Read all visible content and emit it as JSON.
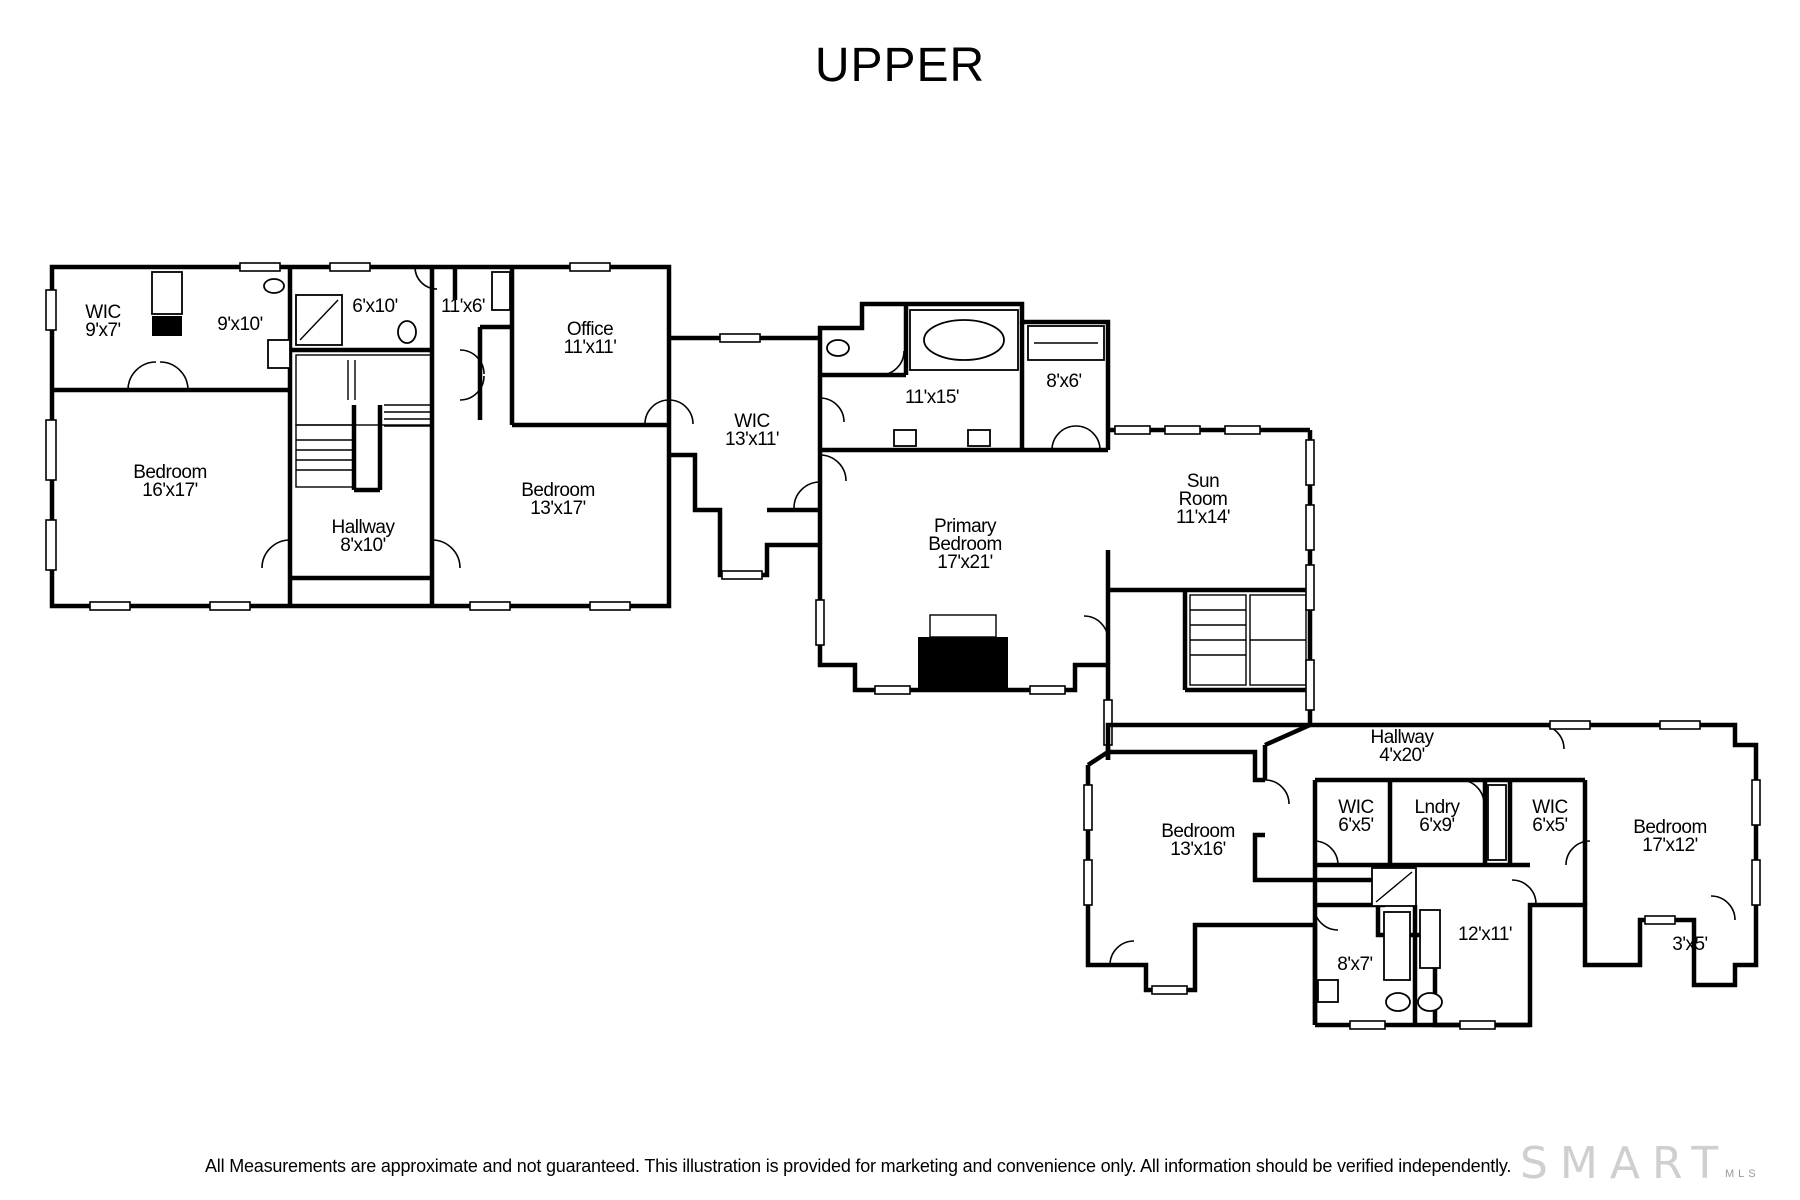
{
  "floor_title": "UPPER",
  "rooms": [
    {
      "id": "wic-a",
      "lines": [
        "WIC",
        "9'x7'"
      ]
    },
    {
      "id": "bath-a",
      "lines": [
        "9'x10'"
      ]
    },
    {
      "id": "bath-b",
      "lines": [
        "6'x10'"
      ]
    },
    {
      "id": "bath-c",
      "lines": [
        "11'x6'"
      ]
    },
    {
      "id": "office",
      "lines": [
        "Office",
        "11'x11'"
      ]
    },
    {
      "id": "bedroom-a",
      "lines": [
        "Bedroom",
        "16'x17'"
      ]
    },
    {
      "id": "hallway-a",
      "lines": [
        "Hallway",
        "8'x10'"
      ]
    },
    {
      "id": "bedroom-b",
      "lines": [
        "Bedroom",
        "13'x17'"
      ]
    },
    {
      "id": "wic-b",
      "lines": [
        "WIC",
        "13'x11'"
      ]
    },
    {
      "id": "primary-bath",
      "lines": [
        "11'x15'"
      ]
    },
    {
      "id": "closet-a",
      "lines": [
        "8'x6'"
      ]
    },
    {
      "id": "primary-bedroom",
      "lines": [
        "Primary",
        "Bedroom",
        "17'x21'"
      ]
    },
    {
      "id": "sun-room",
      "lines": [
        "Sun",
        "Room",
        "11'x14'"
      ]
    },
    {
      "id": "hallway-b",
      "lines": [
        "Hallway",
        "4'x20'"
      ]
    },
    {
      "id": "bedroom-c",
      "lines": [
        "Bedroom",
        "13'x16'"
      ]
    },
    {
      "id": "wic-c",
      "lines": [
        "WIC",
        "6'x5'"
      ]
    },
    {
      "id": "laundry",
      "lines": [
        "Lndry",
        "6'x9'"
      ]
    },
    {
      "id": "wic-d",
      "lines": [
        "WIC",
        "6'x5'"
      ]
    },
    {
      "id": "bedroom-d",
      "lines": [
        "Bedroom",
        "17'x12'"
      ]
    },
    {
      "id": "bath-d",
      "lines": [
        "8'x7'"
      ]
    },
    {
      "id": "bath-e",
      "lines": [
        "12'x11'"
      ]
    },
    {
      "id": "closet-b",
      "lines": [
        "3'x5'"
      ]
    }
  ],
  "disclaimer": "All Measurements are approximate and not guaranteed.  This illustration is provided for marketing and convenience only.  All information should be verified independently.",
  "watermark": {
    "brand": "SMART",
    "sub": "MLS"
  }
}
